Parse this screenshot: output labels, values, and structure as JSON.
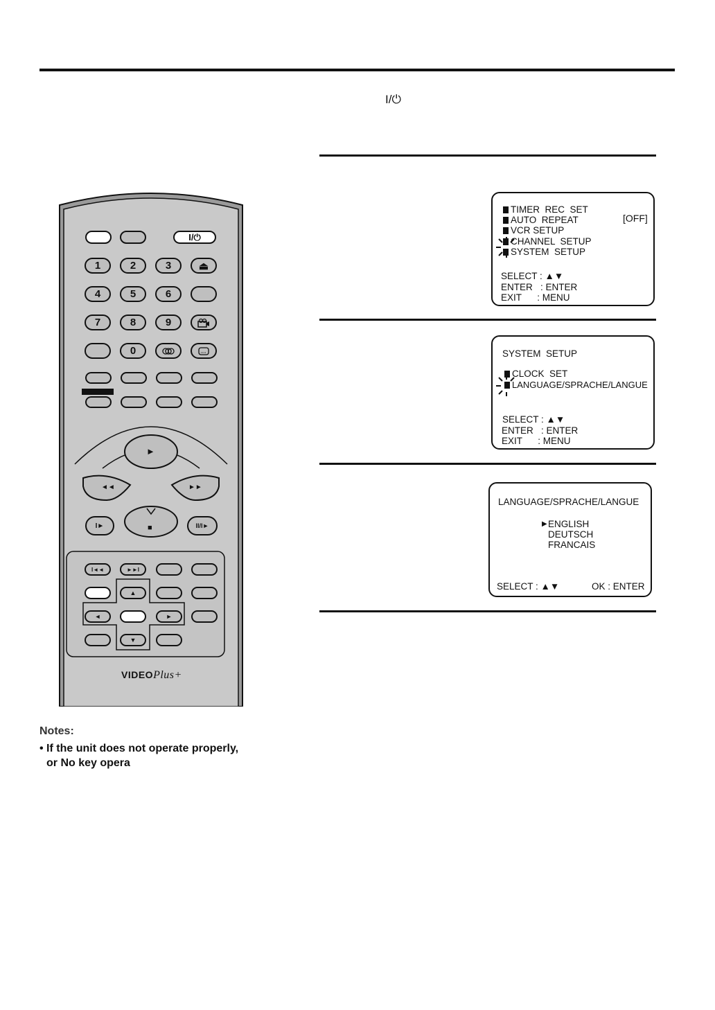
{
  "header": {
    "power_symbol": "I/⏻"
  },
  "remote": {
    "power_label": "I/⏻",
    "numbers": [
      "1",
      "2",
      "3",
      "4",
      "5",
      "6",
      "7",
      "8",
      "9",
      "0"
    ],
    "eject_symbol": "⏏",
    "play_symbol": "►",
    "rew_symbol": "◄◄",
    "ff_symbol": "►►",
    "stop_symbol": "■",
    "slow_symbol": "I►",
    "pause_symbol": "II/I►",
    "prev_symbol": "I◄◄",
    "next_symbol": "►►I",
    "up_symbol": "▲",
    "down_symbol": "▼",
    "left_symbol": "◄",
    "right_symbol": "►",
    "logo_main": "VIDEO",
    "logo_script": "Plus+"
  },
  "screen1": {
    "items": [
      "TIMER  REC  SET",
      "AUTO  REPEAT",
      "VCR SETUP",
      "CHANNEL  SETUP",
      "SYSTEM  SETUP"
    ],
    "off_badge": "OFF",
    "select_line": "SELECT : ▲▼",
    "enter_line": "ENTER   : ENTER",
    "exit_line": "EXIT      : MENU"
  },
  "screen2": {
    "title": "SYSTEM  SETUP",
    "items": [
      "CLOCK  SET",
      "LANGUAGE/SPRACHE/LANGUE"
    ],
    "select_line": "SELECT : ▲▼",
    "enter_line": "ENTER   : ENTER",
    "exit_line": "EXIT      : MENU"
  },
  "screen3": {
    "title": "LANGUAGE/SPRACHE/LANGUE",
    "cursor": "▶",
    "options": [
      "ENGLISH",
      "DEUTSCH",
      "FRANCAIS"
    ],
    "select_line": "SELECT : ▲▼",
    "ok_line": "OK : ENTER"
  },
  "notes": {
    "heading": "Notes:",
    "line1": "• If the unit does not operate properly,",
    "line2": "or No key opera"
  }
}
